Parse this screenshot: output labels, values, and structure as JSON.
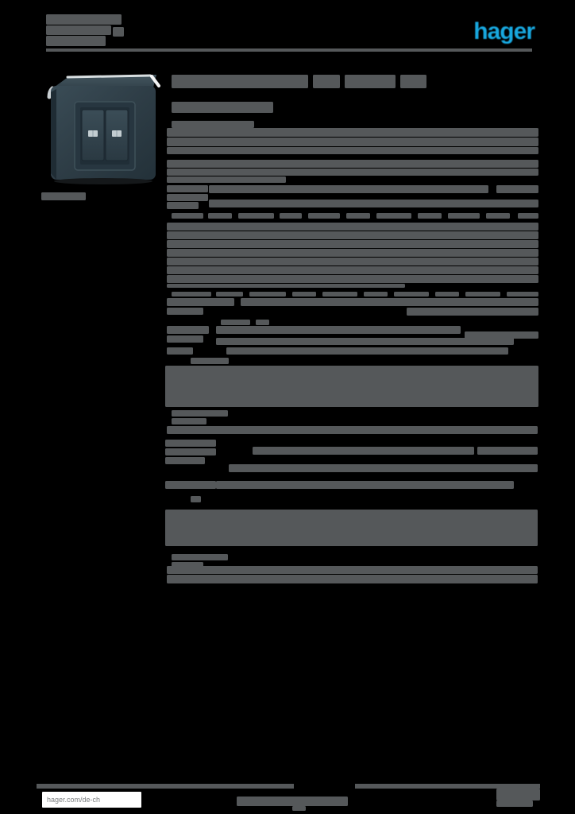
{
  "colors": {
    "background": "#000000",
    "redaction_bar": "#55585a",
    "logo_blue": "#18a9e1",
    "footer_box_white": "#ffffff",
    "footer_text_gray": "#7d8082",
    "product_body_dark": "#2e3d46",
    "product_highlight": "#ffffff"
  },
  "header": {
    "logo_text": "hager",
    "address_bars": [
      [
        58,
        18,
        95,
        13
      ],
      [
        58,
        32,
        82,
        12
      ],
      [
        142,
        34,
        14,
        12
      ],
      [
        58,
        45,
        75,
        13
      ]
    ],
    "rule": [
      58,
      61,
      612,
      4
    ]
  },
  "left_column": {
    "caption_bar": [
      52,
      242,
      56,
      10
    ]
  },
  "content_bars": [
    [
      216,
      94,
      172,
      17
    ],
    [
      394,
      94,
      34,
      17
    ],
    [
      434,
      94,
      64,
      17
    ],
    [
      504,
      94,
      33,
      17
    ],
    [
      216,
      128,
      128,
      14
    ],
    [
      216,
      152,
      104,
      9
    ],
    [
      210,
      161,
      468,
      11
    ],
    [
      210,
      173,
      468,
      11
    ],
    [
      210,
      185,
      468,
      9
    ],
    [
      210,
      201,
      468,
      10
    ],
    [
      210,
      212,
      468,
      9
    ],
    [
      210,
      222,
      150,
      8
    ],
    [
      210,
      233,
      52,
      9
    ],
    [
      210,
      244,
      52,
      9
    ],
    [
      210,
      254,
      40,
      9
    ],
    [
      263,
      233,
      352,
      10
    ],
    [
      625,
      233,
      53,
      10
    ],
    [
      263,
      251,
      415,
      10
    ],
    [
      216,
      268,
      40,
      7
    ],
    [
      262,
      268,
      30,
      7
    ],
    [
      300,
      268,
      45,
      7
    ],
    [
      352,
      268,
      28,
      7
    ],
    [
      388,
      268,
      40,
      7
    ],
    [
      436,
      268,
      30,
      7
    ],
    [
      474,
      268,
      44,
      7
    ],
    [
      526,
      268,
      30,
      7
    ],
    [
      564,
      268,
      40,
      7
    ],
    [
      612,
      268,
      30,
      7
    ],
    [
      652,
      268,
      26,
      7
    ],
    [
      210,
      280,
      468,
      10
    ],
    [
      210,
      291,
      468,
      10
    ],
    [
      210,
      302,
      468,
      10
    ],
    [
      210,
      313,
      468,
      10
    ],
    [
      210,
      324,
      468,
      10
    ],
    [
      210,
      335,
      468,
      10
    ],
    [
      210,
      346,
      468,
      10
    ],
    [
      210,
      357,
      300,
      5
    ],
    [
      216,
      367,
      50,
      6
    ],
    [
      272,
      367,
      34,
      6
    ],
    [
      314,
      367,
      46,
      6
    ],
    [
      368,
      367,
      30,
      6
    ],
    [
      406,
      367,
      44,
      6
    ],
    [
      458,
      367,
      30,
      6
    ],
    [
      496,
      367,
      44,
      6
    ],
    [
      548,
      367,
      30,
      6
    ],
    [
      586,
      367,
      44,
      6
    ],
    [
      638,
      367,
      40,
      6
    ],
    [
      210,
      375,
      85,
      10
    ],
    [
      210,
      387,
      46,
      9
    ],
    [
      303,
      375,
      375,
      10
    ],
    [
      512,
      387,
      166,
      10
    ],
    [
      278,
      402,
      37,
      7
    ],
    [
      322,
      402,
      17,
      7
    ],
    [
      210,
      410,
      53,
      10
    ],
    [
      272,
      410,
      308,
      10
    ],
    [
      585,
      417,
      93,
      9
    ],
    [
      210,
      422,
      46,
      9
    ],
    [
      272,
      425,
      375,
      9
    ],
    [
      210,
      437,
      33,
      9
    ],
    [
      285,
      437,
      355,
      9
    ],
    [
      240,
      450,
      48,
      8
    ],
    [
      208,
      460,
      470,
      52
    ],
    [
      216,
      516,
      71,
      8
    ],
    [
      216,
      526,
      44,
      8
    ],
    [
      210,
      536,
      467,
      10
    ],
    [
      208,
      553,
      64,
      9
    ],
    [
      208,
      564,
      64,
      9
    ],
    [
      208,
      575,
      50,
      9
    ],
    [
      318,
      562,
      279,
      10
    ],
    [
      601,
      562,
      76,
      10
    ],
    [
      288,
      584,
      389,
      10
    ],
    [
      208,
      605,
      64,
      10
    ],
    [
      272,
      605,
      375,
      10
    ],
    [
      240,
      624,
      13,
      8
    ],
    [
      208,
      641,
      469,
      46
    ],
    [
      216,
      697,
      71,
      8
    ],
    [
      216,
      707,
      40,
      8
    ],
    [
      210,
      712,
      467,
      10
    ],
    [
      210,
      723,
      467,
      11
    ]
  ],
  "footer": {
    "website_label": "hager.com/de-ch",
    "rule_segments": [
      [
        46,
        986,
        324,
        6
      ],
      [
        447,
        986,
        233,
        6
      ]
    ],
    "bars": [
      [
        298,
        1002,
        140,
        12
      ],
      [
        368,
        1014,
        17,
        6
      ],
      [
        625,
        992,
        55,
        15
      ],
      [
        625,
        1007,
        46,
        8
      ]
    ]
  }
}
